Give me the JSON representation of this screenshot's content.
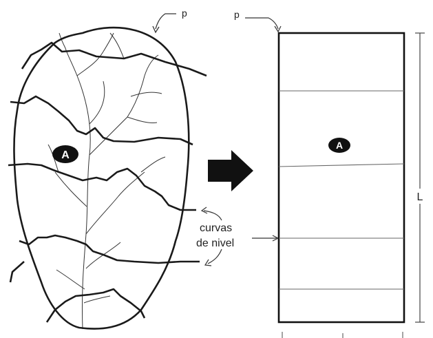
{
  "labels": {
    "perimeter_left": "p",
    "perimeter_right": "p",
    "area_left": "A",
    "area_right": "A",
    "contour_line1": "curvas",
    "contour_line2": "de nivel",
    "length": "L"
  },
  "colors": {
    "ink": "#1a1a1a",
    "drainage": "#333333",
    "band_line": "#555555",
    "background": "#ffffff"
  }
}
